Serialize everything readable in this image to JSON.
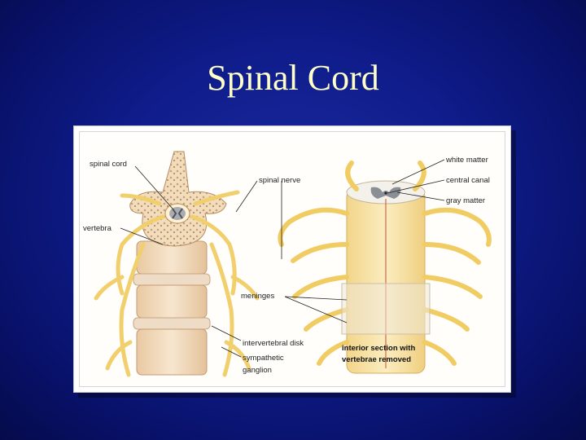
{
  "slide": {
    "title": "Spinal Cord"
  },
  "diagram": {
    "labels": {
      "spinal_cord": "spinal cord",
      "vertebra": "vertebra",
      "spinal_nerve": "spinal nerve",
      "meninges": "meninges",
      "intervertebral_disk": "intervertebral disk",
      "sympathetic_line1": "sympathetic",
      "sympathetic_line2": "ganglion",
      "white_matter": "white matter",
      "central_canal": "central canal",
      "gray_matter": "gray matter",
      "interior_line1": "interior section with",
      "interior_line2": "vertebrae removed"
    }
  },
  "colors": {
    "background": "#0f1c8a",
    "title": "#ffffc8",
    "nerve": "#f3d37a",
    "bone": "#f0d9b8",
    "disk": "#e8c9a8",
    "gray_matter": "#8a8f96"
  }
}
